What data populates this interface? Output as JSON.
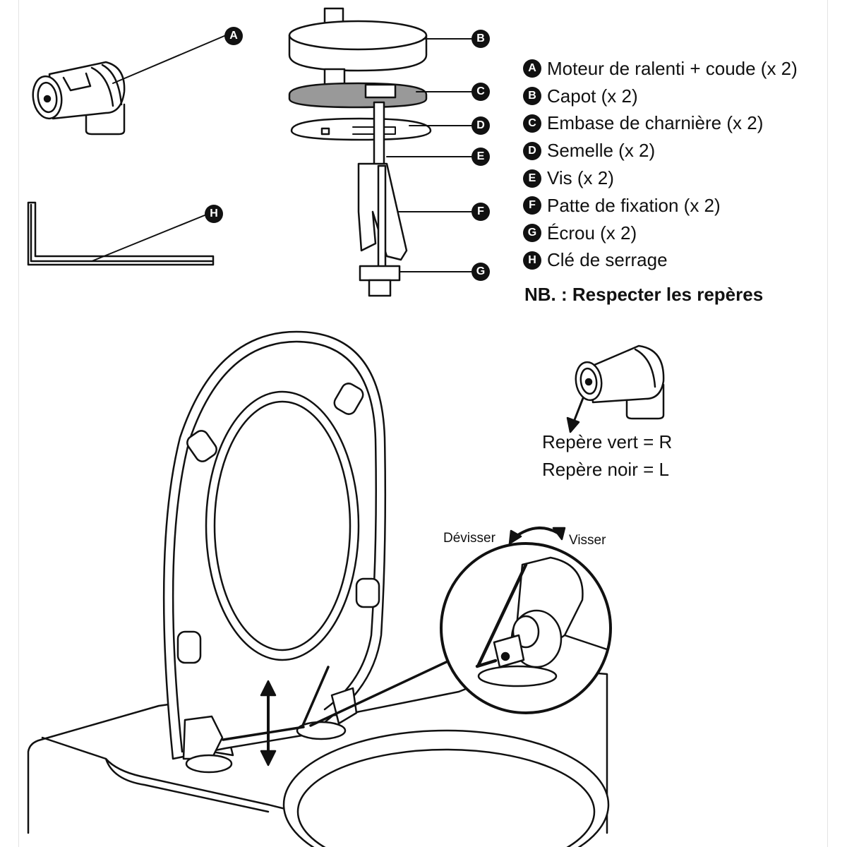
{
  "legend": {
    "items": [
      {
        "badge": "A",
        "text": "Moteur de ralenti + coude (x 2)"
      },
      {
        "badge": "B",
        "text": "Capot (x 2)"
      },
      {
        "badge": "C",
        "text": "Embase de charnière (x 2)"
      },
      {
        "badge": "D",
        "text": "Semelle (x 2)"
      },
      {
        "badge": "E",
        "text": "Vis (x 2)"
      },
      {
        "badge": "F",
        "text": "Patte de fixation (x 2)"
      },
      {
        "badge": "G",
        "text": "Écrou (x 2)"
      },
      {
        "badge": "H",
        "text": "Clé de serrage"
      }
    ],
    "note": "NB. : Respecter les repères"
  },
  "callouts": {
    "a": "A",
    "b": "B",
    "c": "C",
    "d": "D",
    "e": "E",
    "f": "F",
    "g": "G",
    "h": "H"
  },
  "markers": {
    "green": "Repère vert = R",
    "black": "Repère noir = L"
  },
  "rotation": {
    "unscrew": "Dévisser",
    "screw": "Visser"
  }
}
